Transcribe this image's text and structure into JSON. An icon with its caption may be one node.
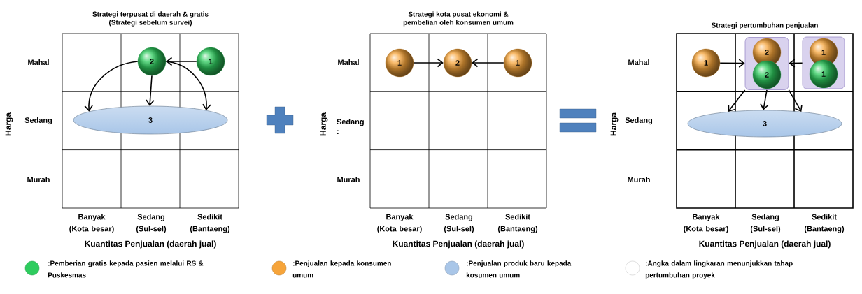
{
  "diagram": {
    "nodes": [
      {
        "text": [
          "2"
        ]
      },
      {
        "text": [
          "1"
        ]
      },
      {
        "text": [
          "3"
        ]
      },
      {
        "text": [
          "1"
        ]
      },
      {
        "text": [
          "2"
        ]
      },
      {
        "text": [
          "1"
        ]
      },
      {
        "text": [
          "1"
        ]
      },
      {
        "text": [],
        "shape": "box"
      },
      {
        "text": [
          "2"
        ],
        "in": 7
      },
      {
        "text": [
          "2"
        ],
        "in": 7
      },
      {
        "text": [],
        "shape": "box"
      },
      {
        "text": [
          "1"
        ],
        "in": 10
      },
      {
        "text": [
          "1"
        ],
        "in": 10
      },
      {
        "text": [
          "3"
        ]
      }
    ],
    "edges": [
      {
        "from": 1,
        "to": 0,
        "arrow": "to"
      },
      {
        "from": 0,
        "to": 2,
        "arrow": "to"
      },
      {
        "from": 0,
        "to": 2,
        "arrow": "to"
      },
      {
        "from": 0,
        "to": 2,
        "arrow": "to"
      },
      {
        "from": 3,
        "to": 4,
        "arrow": "to"
      },
      {
        "from": 5,
        "to": 4,
        "arrow": "to"
      },
      {
        "from": 6,
        "to": 7,
        "arrow": "to"
      },
      {
        "from": 10,
        "to": 7,
        "arrow": "to"
      },
      {
        "from": 7,
        "to": 13,
        "arrow": "to"
      },
      {
        "from": 7,
        "to": 13,
        "arrow": "to"
      },
      {
        "from": 7,
        "to": 13,
        "arrow": "to"
      }
    ],
    "labels": [
      "Strategi terpusat di daerah & gratis (Strategi sebelum survei)",
      "Strategi kota pusat ekonomi & pembelian oleh konsumen umum",
      "Strategi pertumbuhan penjualan",
      "Mahal",
      "Harga",
      "Sedang",
      "Murah",
      "Banyak (Kota besar)",
      "Sedang (Sul-sel)",
      "Sedikit (Bantaeng)",
      "Kuantitas Penjualan (daerah jual)",
      "Mahal",
      "Harga",
      "Sedang :",
      "Murah",
      "Banyak (Kota besar)",
      "Sedang (Sul-sel)",
      "Sedikit (Bantaeng)",
      "Kuantitas Penjualan (daerah jual)",
      "Mahal",
      "Harga",
      "Sedang",
      "Murah",
      "Banyak (Kota besar)",
      "Sedang (Sul-sel)",
      "Sedikit (Bantaeng)",
      "Kuantitas Penjualan (daerah jual)"
    ],
    "legend": [
      {
        "text": ":Pemberian gratis kepada pasien melalui RS & Puskesmas",
        "color": "#2ecc5e"
      },
      {
        "text": ":Penjualan kepada konsumen umum",
        "color": "#f6a43a"
      },
      {
        "text": ":Penjualan produk baru kepada kosumen umum",
        "color": "#a9c6e8"
      },
      {
        "text": ":Angka dalam lingkaran menunjukkan tahap pertumbuhan proyek",
        "color": "#ffffff"
      }
    ]
  }
}
